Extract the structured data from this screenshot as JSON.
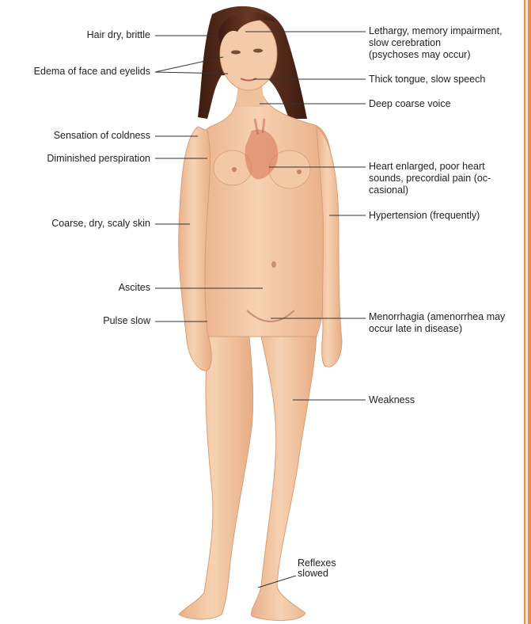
{
  "colors": {
    "skin": "#f4c9a3",
    "skin_shadow": "#e8ad84",
    "hair": "#5a2d1c",
    "heart": "#d9785a",
    "leader": "#333333",
    "accent_border": "#f28a4c"
  },
  "labels": {
    "left": [
      {
        "key": "hair",
        "text": "Hair dry, brittle"
      },
      {
        "key": "edema",
        "text": "Edema of face and eyelids"
      },
      {
        "key": "cold",
        "text": "Sensation of coldness"
      },
      {
        "key": "perspiration",
        "text": "Diminished perspiration"
      },
      {
        "key": "skin",
        "text": "Coarse, dry, scaly skin"
      },
      {
        "key": "ascites",
        "text": "Ascites"
      },
      {
        "key": "pulse",
        "text": "Pulse slow"
      }
    ],
    "right": [
      {
        "key": "lethargy",
        "text": "Lethargy, memory impairment,\nslow cerebration\n(psychoses may occur)"
      },
      {
        "key": "tongue",
        "text": "Thick tongue, slow speech"
      },
      {
        "key": "voice",
        "text": "Deep coarse voice"
      },
      {
        "key": "heart",
        "text": "Heart enlarged, poor heart\nsounds, precordial pain (oc-\ncasional)"
      },
      {
        "key": "hypertension",
        "text": "Hypertension (frequently)"
      },
      {
        "key": "menorrhagia",
        "text": "Menorrhagia (amenorrhea may\noccur late in disease)"
      },
      {
        "key": "weakness",
        "text": "Weakness"
      }
    ],
    "bottom": {
      "key": "reflexes",
      "text": "Reflexes\nslowed"
    }
  }
}
